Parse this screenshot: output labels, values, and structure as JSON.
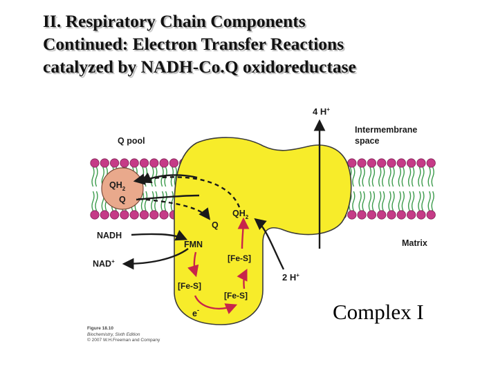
{
  "title": {
    "line1": "II. Respiratory Chain Components",
    "line2": "Continued: Electron Transfer Reactions",
    "line3": "catalyzed by NADH-Co.Q oxidoreductase"
  },
  "diagram": {
    "proton_top": "4 H",
    "proton_top_sup": "+",
    "intermembrane_line1": "Intermembrane",
    "intermembrane_line2": "space",
    "q_pool": "Q pool",
    "qh2_left": "QH",
    "qh2_left_sub": "2",
    "q_left": "Q",
    "qh2_inner": "QH",
    "qh2_inner_sub": "2",
    "q_inner": "Q",
    "nadh": "NADH",
    "nad_plus": "NAD",
    "nad_plus_sup": "+",
    "fmn": "FMN",
    "fes_1": "[Fe-S]",
    "fes_2": "[Fe-S]",
    "fes_3": "[Fe-S]",
    "electron": "e",
    "electron_sup": "-",
    "proton_bottom": "2 H",
    "proton_bottom_sup": "+",
    "matrix": "Matrix",
    "complex_label": "Complex I"
  },
  "caption": {
    "figure": "Figure 18.10",
    "book": "Biochemistry, Sixth Edition",
    "copyright": "© 2007 W.H.Freeman and Company"
  },
  "colors": {
    "protein": "#f7ec2a",
    "lipid_head": "#c53b87",
    "lipid_tail": "#3a9a4a",
    "q_pool": "#e9a98c",
    "arrow_red": "#c8244b",
    "black": "#1a1a1a"
  }
}
